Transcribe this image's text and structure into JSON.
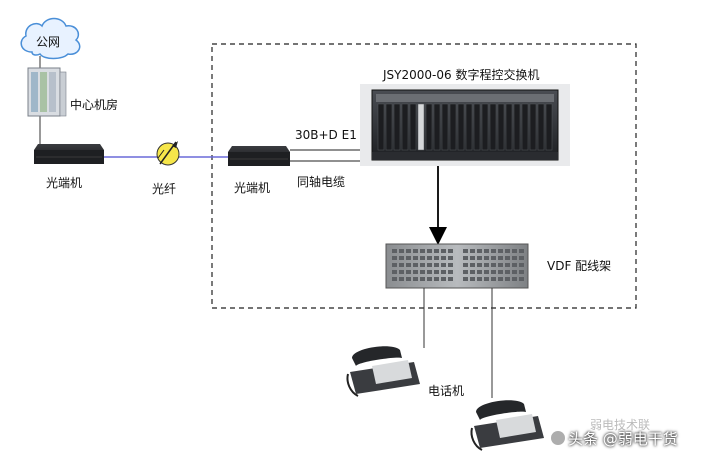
{
  "cloud_label": "公网",
  "center_room_label": "中心机房",
  "left_fiber_terminal_label": "光端机",
  "fiber_label": "光纤",
  "right_fiber_terminal_label": "光端机",
  "switch_title": "JSY2000-06 数字程控交换机",
  "link_label_top": "30B+D E1",
  "link_label_bottom": "同轴电缆",
  "vdf_label": "VDF 配线架",
  "phone_label": "电话机",
  "watermark_text": "头条 @弱电干货",
  "watermark_faint": "弱电技术联",
  "colors": {
    "fiber_line": "#6a6ad8",
    "dashed_border": "#222222",
    "equipment_dark": "#2b2d31"
  }
}
